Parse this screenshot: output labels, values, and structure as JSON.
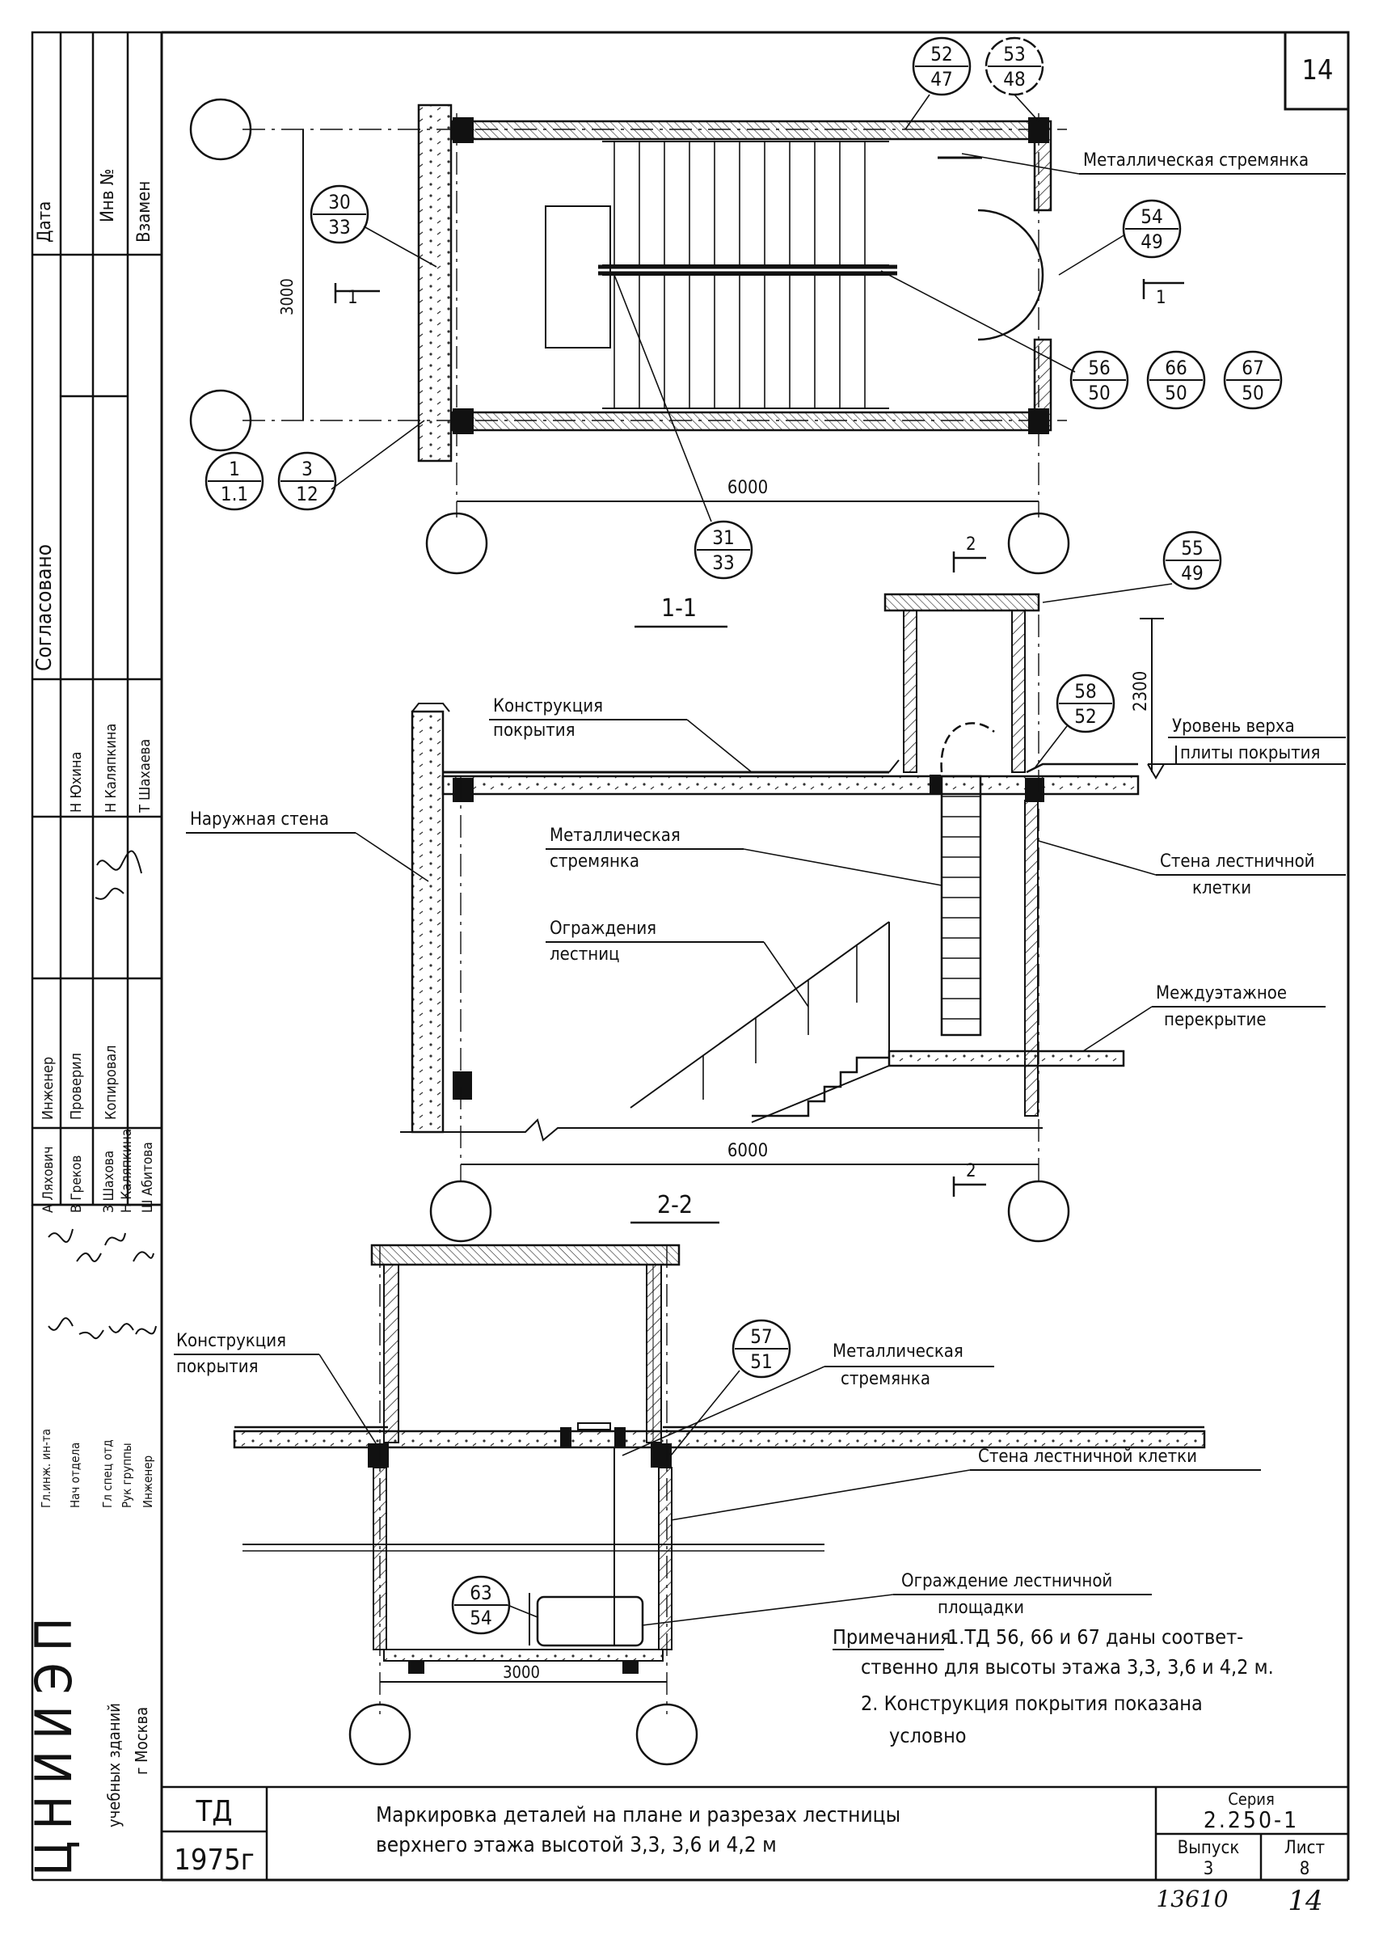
{
  "sheet_number_corner": "14",
  "plan": {
    "dim_width": "6000",
    "dim_height": "3000",
    "section_mark": "1",
    "labels": {
      "metal_ladder": "Металлическая стремянка"
    },
    "callouts": [
      {
        "top": "52",
        "bottom": "47"
      },
      {
        "top": "53",
        "bottom": "48"
      },
      {
        "top": "54",
        "bottom": "49"
      },
      {
        "top": "30",
        "bottom": "33"
      },
      {
        "top": "56",
        "bottom": "50"
      },
      {
        "top": "66",
        "bottom": "50"
      },
      {
        "top": "67",
        "bottom": "50"
      },
      {
        "top": "1",
        "bottom": "1.1"
      },
      {
        "top": "3",
        "bottom": "12"
      },
      {
        "top": "31",
        "bottom": "33"
      }
    ]
  },
  "section_1": {
    "title": "1-1",
    "section_mark": "2",
    "dim_width": "6000",
    "dim_height": "2300",
    "callouts": [
      {
        "top": "55",
        "bottom": "49"
      },
      {
        "top": "58",
        "bottom": "52"
      }
    ],
    "labels": {
      "roof_construction_1": "Конструкция",
      "roof_construction_2": "покрытия",
      "top_level_1": "Уровень верха",
      "top_level_2": "плиты покрытия",
      "outer_wall": "Наружная стена",
      "metal_ladder_1": "Металлическая",
      "metal_ladder_2": "стремянка",
      "stair_wall_1": "Стена лестничной",
      "stair_wall_2": "клетки",
      "railing_1": "Ограждения",
      "railing_2": "лестниц",
      "floor_slab_1": "Междуэтажное",
      "floor_slab_2": "перекрытие"
    }
  },
  "section_2": {
    "title": "2-2",
    "dim_width": "3000",
    "callouts": [
      {
        "top": "57",
        "bottom": "51"
      },
      {
        "top": "63",
        "bottom": "54"
      }
    ],
    "labels": {
      "roof_construction_1": "Конструкция",
      "roof_construction_2": "покрытия",
      "metal_ladder_1": "Металлическая",
      "metal_ladder_2": "стремянка",
      "stair_wall": "Стена лестничной клетки",
      "landing_railing_1": "Ограждение лестничной",
      "landing_railing_2": "площадки"
    }
  },
  "notes": {
    "heading": "Примечания.",
    "line1": "1.ТД 56, 66 и 67 даны соответ-",
    "line2": "ственно для высоты этажа 3,3, 3,6 и 4,2 м.",
    "line3": "2. Конструкция покрытия показана",
    "line4": "условно"
  },
  "left_stamp": {
    "col1": [
      "Дата",
      "Инв №",
      "Взамен"
    ],
    "agreed": "Согласовано",
    "names_a": [
      "Н Юхина",
      "Н Каляпкина",
      "Т Шахаева"
    ],
    "roles_a": [
      "Инженер",
      "Проверил",
      "Копировал"
    ],
    "names_b": [
      "А Ляхович",
      "В Греков",
      "З Шахова",
      "Н Каляпкина",
      "Ш Абитова"
    ],
    "roles_b": [
      "Гл.инж. ин-та",
      "Нач отдела",
      "Гл спец отд",
      "Рук группы",
      "Инженер"
    ],
    "institute": "ЦНИИЭП",
    "institute_sub1": "учебных зданий",
    "institute_sub2": "г Москва"
  },
  "title_block": {
    "code": "ТД",
    "year": "1975г",
    "title_line1": "Маркировка деталей на плане и разрезах лестницы",
    "title_line2": "верхнего этажа высотой 3,3, 3,6 и 4,2 м",
    "series_label": "Серия",
    "series_value": "2.250-1",
    "issue_label": "Выпуск",
    "issue_value": "3",
    "sheet_label": "Лист",
    "sheet_value": "8",
    "bottom_number": "13610",
    "bottom_sheet": "14"
  }
}
